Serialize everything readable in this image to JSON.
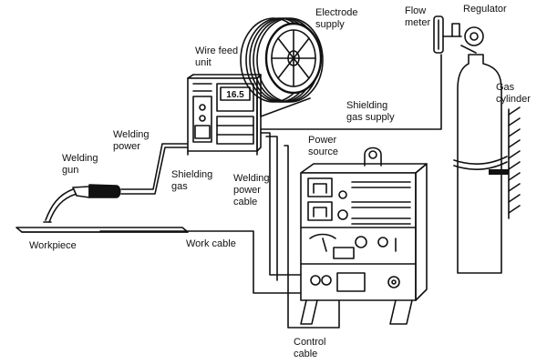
{
  "labels": {
    "electrode_supply": [
      "Electrode",
      "supply"
    ],
    "flow_meter": [
      "Flow",
      "meter"
    ],
    "regulator": "Regulator",
    "wire_feed_unit": [
      "Wire feed",
      "unit"
    ],
    "gas_cylinder": [
      "Gas",
      "cylinder"
    ],
    "shielding_gas_supply": [
      "Shielding",
      "gas supply"
    ],
    "welding_power_top": [
      "Welding",
      "power"
    ],
    "power_source": [
      "Power",
      "source"
    ],
    "welding_gun": [
      "Welding",
      "gun"
    ],
    "shielding_gas": [
      "Shielding",
      "gas"
    ],
    "welding_power_cable": [
      "Welding",
      "power",
      "cable"
    ],
    "workpiece": "Workpiece",
    "work_cable": "Work cable",
    "control_cable": [
      "Control",
      "cable"
    ]
  },
  "wire_feed_display": "16.5"
}
